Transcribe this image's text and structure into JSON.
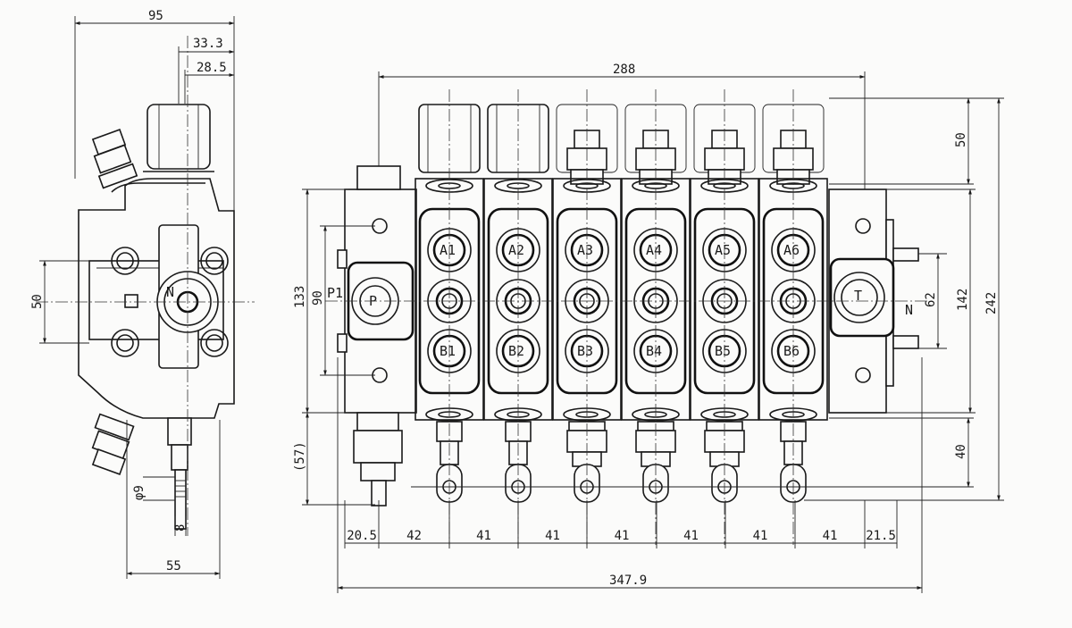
{
  "side_view": {
    "dims": {
      "width": "95",
      "d1": "33.3",
      "d2": "28.5",
      "height": "50",
      "bottom": "55",
      "bore": "φ9",
      "pin": "8"
    },
    "label_n": "N"
  },
  "front_view": {
    "dims": {
      "overall_top": "288",
      "h_top": "50",
      "h_62": "62",
      "h_142": "142",
      "h_242": "242",
      "h_40": "40",
      "h_133": "133",
      "h_90": "90",
      "h_57": "(57)",
      "bottom_segments": [
        "20.5",
        "42",
        "41",
        "41",
        "41",
        "41",
        "41",
        "41",
        "21.5"
      ],
      "overall_bottom": "347.9"
    },
    "ports": {
      "inlet": "P",
      "inlet_label": "P1",
      "outlet": "T",
      "outlet_label": "N"
    },
    "sections": [
      {
        "a": "A1",
        "b": "B1"
      },
      {
        "a": "A2",
        "b": "B2"
      },
      {
        "a": "A3",
        "b": "B3"
      },
      {
        "a": "A4",
        "b": "B4"
      },
      {
        "a": "A5",
        "b": "B5"
      },
      {
        "a": "A6",
        "b": "B6"
      }
    ]
  }
}
